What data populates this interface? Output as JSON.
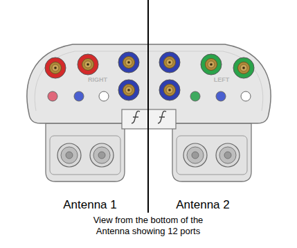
{
  "diagram": {
    "caption": "View from the bottom of the Antenna showing 12 ports",
    "labels": [
      "RIGHT",
      "LEFT",
      "Antenna 1",
      "Antenna 2"
    ]
  }
}
